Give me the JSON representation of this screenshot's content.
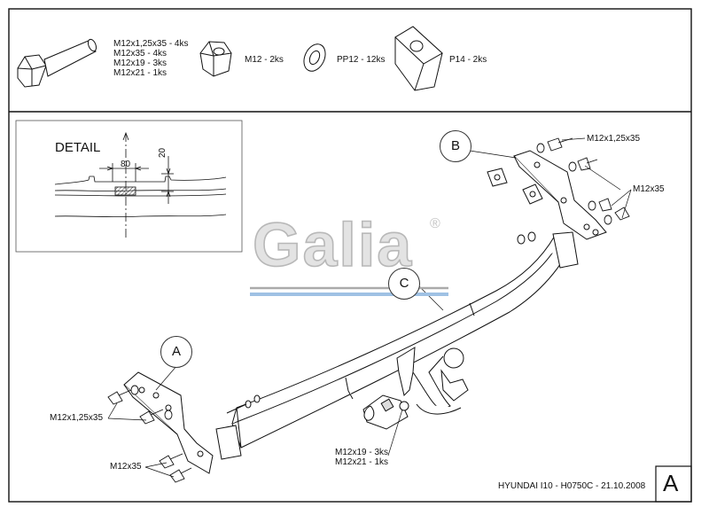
{
  "parts": {
    "bolt_lines": [
      "M12x1,25x35 - 4ks",
      "M12x35 - 4ks",
      "M12x19 - 3ks",
      "M12x21 - 1ks"
    ],
    "nut": "M12 - 2ks",
    "washer": "PP12 - 12ks",
    "plate": "P14 - 2ks"
  },
  "detail": {
    "title": "DETAIL",
    "dim_width": "80",
    "dim_height": "20"
  },
  "brand": {
    "name": "Galia",
    "reg": "®"
  },
  "callouts": {
    "a": "A",
    "b": "B",
    "c": "C"
  },
  "labels": {
    "b_top": "M12x1,25x35",
    "b_mid": "M12x35",
    "a_top": "M12x1,25x35",
    "a_bottom": "M12x35",
    "center_1": "M12x19 - 3ks",
    "center_2": "M12x21 - 1ks"
  },
  "footer": "HYUNDAI I10 - H0750C - 21.10.2008",
  "sheet_letter": "A"
}
